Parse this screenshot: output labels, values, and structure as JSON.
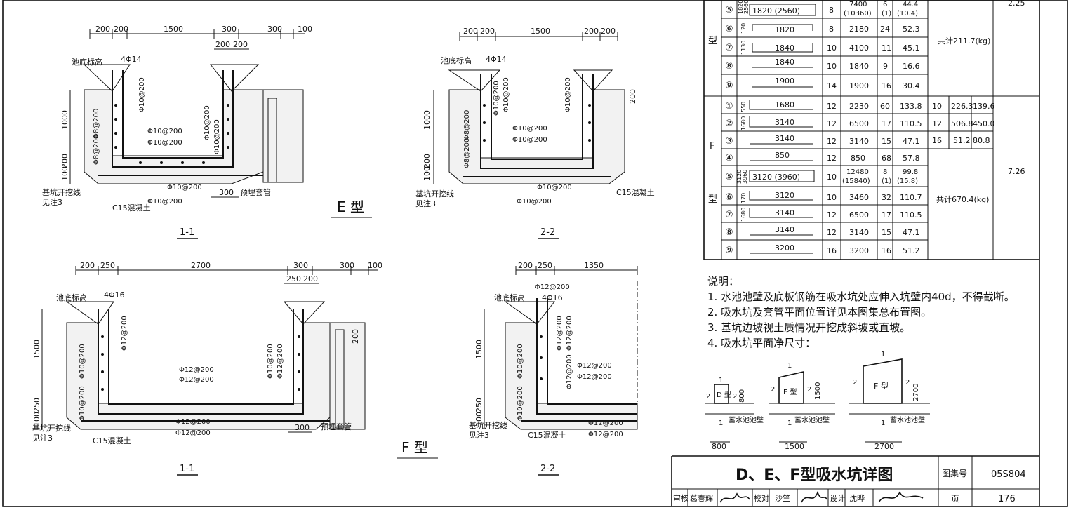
{
  "drawings": {
    "e_1_1": {
      "dims_top": [
        "200",
        "200",
        "1500",
        "300",
        "300",
        "100"
      ],
      "dims_top2": [
        "200",
        "200"
      ],
      "dims_left": [
        "1000",
        "200",
        "100"
      ],
      "dim_bottom": "300",
      "labels": {
        "pool_level": "池底标高",
        "top_bar": "4Φ14",
        "excavation": "基坑开挖线",
        "see_note": "见注3",
        "lean": "C15混凝土",
        "sleeve": "预埋套管",
        "b1": "Φ10@200",
        "b2": "Φ10@200",
        "b3": "Φ10@200",
        "b4": "Φ10@200",
        "b5": "Φ8@200",
        "b6": "Φ8@200",
        "b7": "Φ10@200",
        "b8": "Φ10@200",
        "b9": "Φ10@200"
      },
      "section": "1-1",
      "type_label": "E 型"
    },
    "e_2_2": {
      "dims_top": [
        "200",
        "200",
        "1500",
        "200",
        "200"
      ],
      "dims_left": [
        "1000",
        "200",
        "100"
      ],
      "dim_right": "200",
      "labels": {
        "pool_level": "池底标高",
        "top_bar": "4Φ14",
        "excavation": "基坑开挖线",
        "see_note": "见注3",
        "lean": "C15混凝土",
        "b1": "Φ10@200",
        "b2": "Φ10@200",
        "b3": "Φ10@200",
        "b4": "Φ10@200",
        "b5": "Φ8@200",
        "b6": "Φ8@200",
        "b7": "Φ10@200",
        "b8": "Φ10@200",
        "b9": "Φ10@200"
      },
      "section": "2-2"
    },
    "f_1_1": {
      "dims_top": [
        "200",
        "250",
        "2700",
        "300",
        "300",
        "100"
      ],
      "dims_top2": [
        "250",
        "200"
      ],
      "dims_left": [
        "1500",
        "250",
        "100"
      ],
      "dim_bottom": "300",
      "labels": {
        "pool_level": "池底标高",
        "top_bar": "4Φ16",
        "excavation": "基坑开挖线",
        "see_note": "见注3",
        "lean": "C15混凝土",
        "sleeve": "预埋套管",
        "b1": "Φ10@200",
        "b2": "Φ12@200",
        "b3": "Φ12@200",
        "b4": "Φ12@200",
        "b5": "Φ10@200",
        "b6": "Φ10@200",
        "b7": "Φ12@200",
        "b8": "Φ12@200",
        "b9": "Φ12@200"
      },
      "section": "1-1",
      "type_label": "F 型",
      "dim_right": "200"
    },
    "f_2_2": {
      "dims_top": [
        "200",
        "250",
        "1350"
      ],
      "dims_left": [
        "1500",
        "250",
        "100"
      ],
      "labels": {
        "pool_level": "池底标高",
        "top_bar": "4Φ16",
        "top_bar2": "Φ12@200",
        "excavation": "基坑开挖线",
        "see_note": "见注3",
        "lean": "C15混凝土",
        "b1": "Φ12@200",
        "b2": "Φ12@200",
        "b3": "Φ12@200",
        "b4": "Φ12@200",
        "b5": "Φ10@200",
        "b6": "Φ10@200",
        "b7": "Φ12@200",
        "b8": "Φ12@200",
        "b9": "Φ12@200"
      },
      "section": "2-2"
    }
  },
  "table": {
    "e_rows": [
      {
        "no": "⑤",
        "shape": "1820 (2560)",
        "dia": "8",
        "len": "7400",
        "len2": "(10360)",
        "cnt": "6",
        "cnt2": "(1)",
        "wt": "44.4",
        "wt2": "(10.4)"
      },
      {
        "no": "⑥",
        "shape": "1820",
        "dia": "8",
        "len": "2180",
        "cnt": "24",
        "wt": "52.3"
      },
      {
        "no": "⑦",
        "shape": "1840",
        "dia": "10",
        "len": "4100",
        "cnt": "11",
        "wt": "45.1"
      },
      {
        "no": "⑧",
        "shape": "1840",
        "dia": "10",
        "len": "1840",
        "cnt": "9",
        "wt": "16.6"
      },
      {
        "no": "⑨",
        "shape": "1900",
        "dia": "14",
        "len": "1900",
        "cnt": "16",
        "wt": "30.4"
      }
    ],
    "e_side": [
      "1820",
      "2560"
    ],
    "e_side6": "120",
    "e_side7": "1130",
    "e_type": "型",
    "e_total": "共计211.7(kg)",
    "e_volume": "2.25",
    "f_rows": [
      {
        "no": "①",
        "shape": "1680",
        "side": "550",
        "dia": "12",
        "len": "2230",
        "cnt": "60",
        "wt": "133.8"
      },
      {
        "no": "②",
        "shape": "3140",
        "side": "1680",
        "dia": "12",
        "len": "6500",
        "cnt": "17",
        "wt": "110.5"
      },
      {
        "no": "③",
        "shape": "3140",
        "dia": "12",
        "len": "3140",
        "cnt": "15",
        "wt": "47.1"
      },
      {
        "no": "④",
        "shape": "850",
        "dia": "12",
        "len": "850",
        "cnt": "68",
        "wt": "57.8"
      },
      {
        "no": "⑤",
        "shape": "3120 (3960)",
        "side": "3120",
        "side2": "3960",
        "dia": "10",
        "len": "12480",
        "len2": "(15840)",
        "cnt": "8",
        "cnt2": "(1)",
        "wt": "99.8",
        "wt2": "(15.8)"
      },
      {
        "no": "⑥",
        "shape": "3120",
        "side": "170",
        "dia": "10",
        "len": "3460",
        "cnt": "32",
        "wt": "110.7"
      },
      {
        "no": "⑦",
        "shape": "3140",
        "side": "1680",
        "dia": "12",
        "len": "6500",
        "cnt": "17",
        "wt": "110.5"
      },
      {
        "no": "⑧",
        "shape": "3140",
        "dia": "12",
        "len": "3140",
        "cnt": "15",
        "wt": "47.1"
      },
      {
        "no": "⑨",
        "shape": "3200",
        "dia": "16",
        "len": "3200",
        "cnt": "16",
        "wt": "51.2"
      }
    ],
    "f_sum": [
      {
        "d": "10",
        "l": "226.3",
        "w": "139.6"
      },
      {
        "d": "12",
        "l": "506.8",
        "w": "450.0"
      },
      {
        "d": "16",
        "l": "51.2",
        "w": "80.8"
      }
    ],
    "f_type1": "F",
    "f_type2": "型",
    "f_total": "共计670.4(kg)",
    "f_volume": "7.26"
  },
  "notes": {
    "title": "说明：",
    "items": [
      "1.  水池池壁及底板钢筋在吸水坑处应伸入坑壁内40d，不得截断。",
      "2.  吸水坑及套管平面位置详见本图集总布置图。",
      "3.  基坑边坡视土质情况开挖成斜坡或直坡。",
      "4.  吸水坑平面净尺寸："
    ]
  },
  "plans": {
    "d": {
      "label": "D 型",
      "side": "800",
      "width": "800",
      "pool": "蓄水池池壁"
    },
    "e": {
      "label": "E 型",
      "side": "1500",
      "width": "1500",
      "pool": "蓄水池池壁"
    },
    "f": {
      "label": "F 型",
      "side": "2700",
      "width": "2700",
      "pool": "蓄水池池壁"
    },
    "sec1": "1",
    "sec2": "2"
  },
  "titleblock": {
    "title": "D、E、F型吸水坑详图",
    "atlas_label": "图集号",
    "atlas_no": "05S804",
    "page_label": "页",
    "page_no": "176",
    "review_label": "审核",
    "review_name": "葛春辉",
    "check_label": "校对",
    "check_name": "沙竺",
    "design_label": "设计",
    "design_name": "沈晔"
  }
}
